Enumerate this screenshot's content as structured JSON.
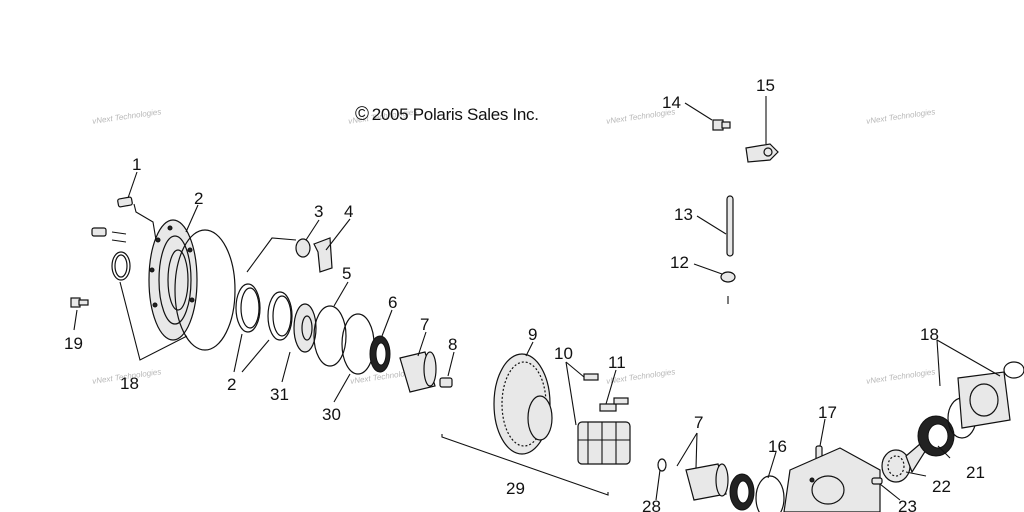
{
  "copyright": {
    "symbol": "©",
    "text": "2005 Polaris Sales Inc."
  },
  "watermark": {
    "small": "vNext Technologies",
    "large": "vNext Technologies"
  },
  "callouts": {
    "c1": "1",
    "c2a": "2",
    "c2b": "2",
    "c3": "3",
    "c4": "4",
    "c5": "5",
    "c6": "6",
    "c7a": "7",
    "c7b": "7",
    "c8": "8",
    "c9": "9",
    "c10": "10",
    "c11": "11",
    "c12": "12",
    "c13": "13",
    "c14": "14",
    "c15": "15",
    "c16": "16",
    "c17": "17",
    "c18a": "18",
    "c18b": "18",
    "c19": "19",
    "c21": "21",
    "c22": "22",
    "c23": "23",
    "c28": "28",
    "c29": "29",
    "c30": "30",
    "c31": "31"
  }
}
